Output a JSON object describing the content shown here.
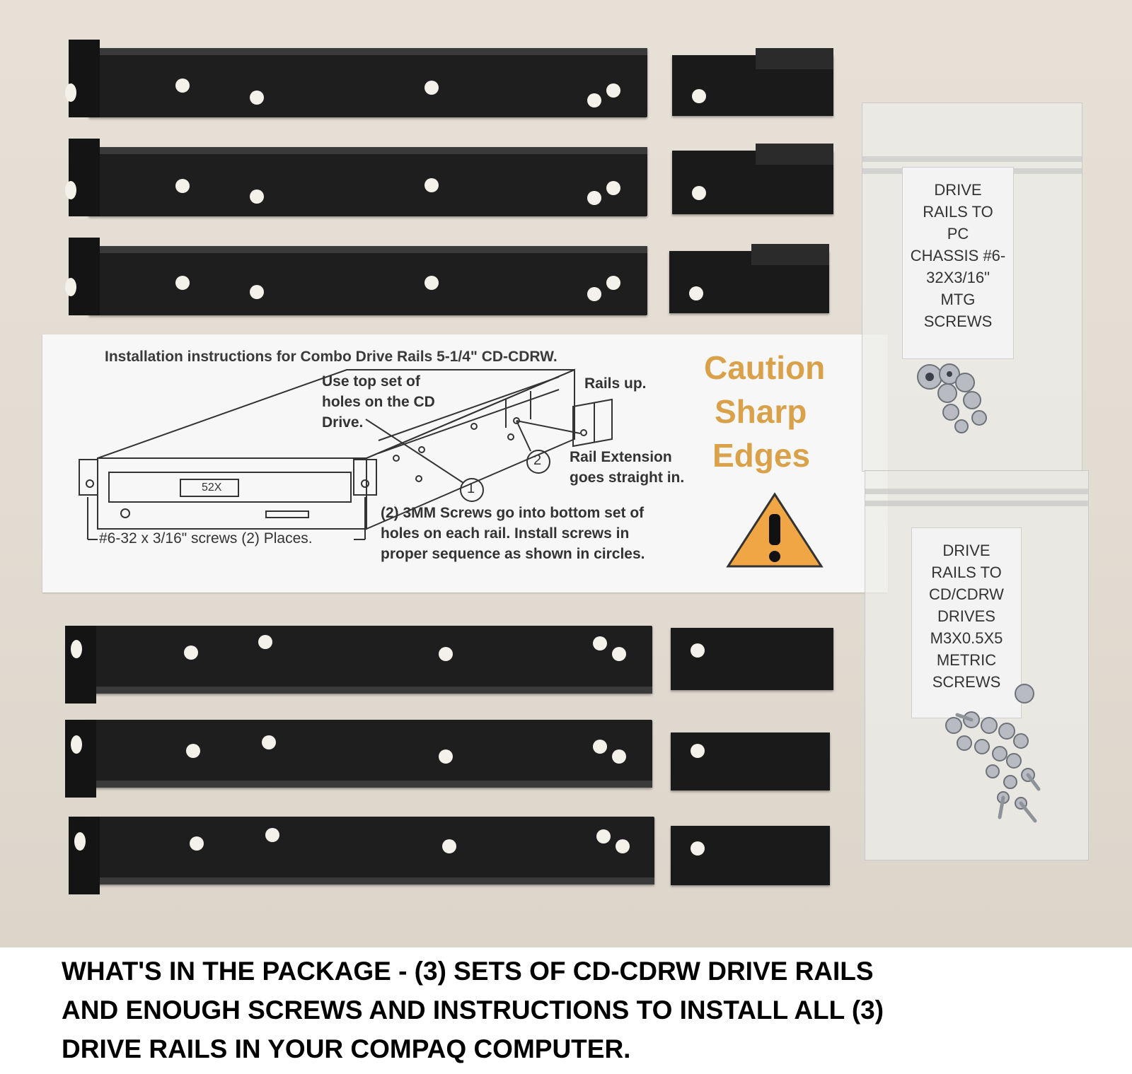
{
  "instructions": {
    "title": "Installation instructions for Combo Drive Rails 5-1/4\" CD-CDRW.",
    "use_top_1": "Use top set of",
    "use_top_2": "holes on the CD",
    "use_top_3": "Drive.",
    "rails_up": "Rails up.",
    "rail_ext_1": "Rail Extension",
    "rail_ext_2": "goes straight in.",
    "step_1": "1",
    "step_2": "2",
    "drive_label": "52X",
    "screws_left": "#6-32 x 3/16\" screws (2) Places.",
    "note_1": "(2) 3MM Screws go into bottom set of",
    "note_2": "holes on each rail. Install screws in",
    "note_3": "proper sequence as shown in circles.",
    "caution_1": "Caution",
    "caution_2": "Sharp",
    "caution_3": "Edges",
    "caution_color": "#d9a24a",
    "warning_fill": "#f0a645"
  },
  "bag_top": {
    "lines": [
      "DRIVE",
      "RAILS TO",
      "PC",
      "CHASSIS #6-",
      "32X3/16\"",
      "MTG",
      "SCREWS"
    ]
  },
  "bag_bottom": {
    "lines": [
      "DRIVE",
      "RAILS TO",
      "CD/CDRW",
      "DRIVES",
      "M3X0.5X5",
      "METRIC",
      "SCREWS"
    ]
  },
  "caption": {
    "line1": "WHAT'S IN THE PACKAGE - (3) SETS OF CD-CDRW DRIVE RAILS",
    "line2": "AND ENOUGH SCREWS AND INSTRUCTIONS TO INSTALL ALL (3)",
    "line3": "DRIVE RAILS IN YOUR COMPAQ COMPUTER."
  }
}
